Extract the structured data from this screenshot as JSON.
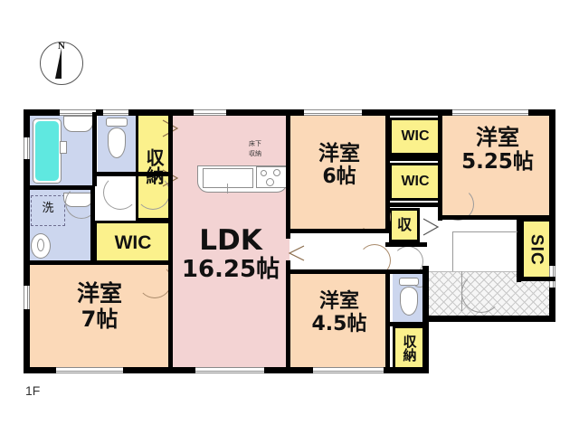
{
  "plan": {
    "floor_label": "1F",
    "compass": {
      "north_letter": "N",
      "icon": "compass-north-icon"
    },
    "colors": {
      "ldk": "#f3d3d3",
      "bedroom": "#fbd9b8",
      "wet_area": "#ccd6ee",
      "closet": "#fbf18c",
      "bathtub": "#5fe8e0",
      "wall": "#000000",
      "genkan": "#f6f6f6"
    }
  },
  "rooms": {
    "ldk": {
      "name": "LDK",
      "size": "16.25帖"
    },
    "bedroom_7": {
      "name": "洋室",
      "size": "7帖"
    },
    "bedroom_6": {
      "name": "洋室",
      "size": "6帖"
    },
    "bedroom_45": {
      "name": "洋室",
      "size": "4.5帖"
    },
    "bedroom_525": {
      "name": "洋室",
      "size": "5.25帖"
    }
  },
  "closets": {
    "wic_left": "WIC",
    "wic_upper": "WIC",
    "wic_lower": "WIC",
    "sic": "SIC",
    "storage_top": "収納",
    "storage_small": "収",
    "storage_bottom": "収納",
    "under_floor_1": "床下",
    "under_floor_2": "収納"
  },
  "fixtures": {
    "washer": "洗",
    "bathtub": "bathtub-icon",
    "toilet_1": "toilet-icon",
    "toilet_2": "toilet-icon",
    "sink": "sink-icon",
    "kitchen_sink": "kitchen-sink-icon",
    "kitchen_stove": "stove-burners-icon"
  }
}
